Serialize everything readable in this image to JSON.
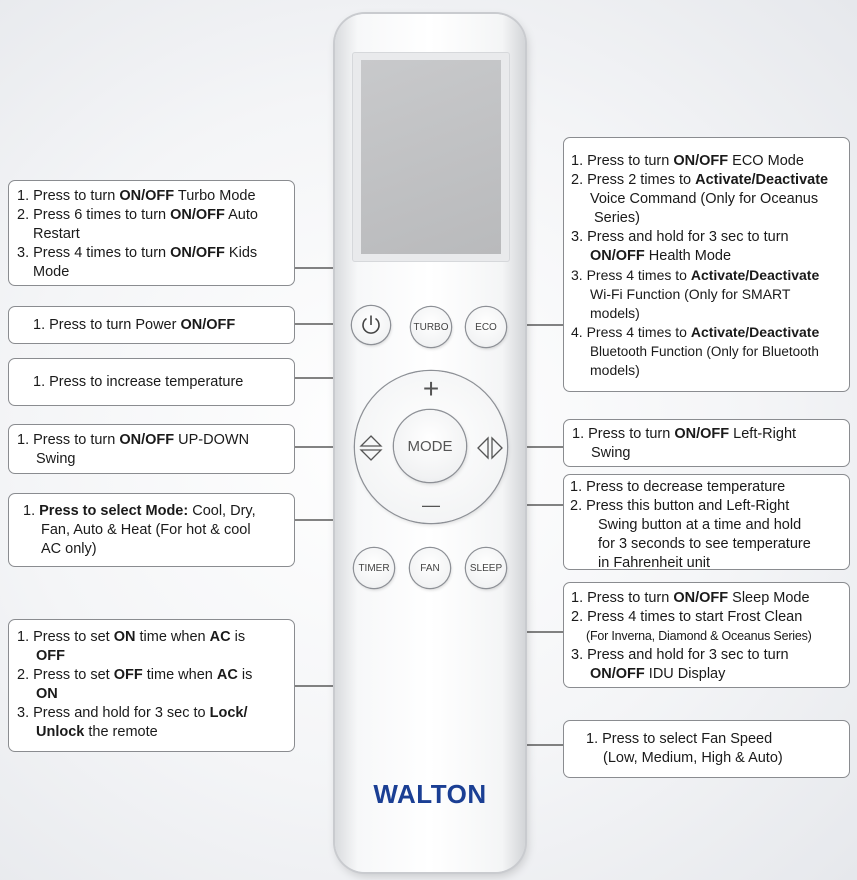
{
  "remote": {
    "brand": "WALTON",
    "buttons": {
      "turbo": "TURBO",
      "eco": "ECO",
      "mode": "MODE",
      "timer": "TIMER",
      "fan": "FAN",
      "sleep": "SLEEP",
      "plus": "+",
      "minus": "—"
    }
  },
  "callouts": {
    "turbo": {
      "l1a": "1. Press to turn ",
      "l1b": "ON/OFF",
      "l1c": " Turbo Mode",
      "l2a": "2. Press 6 times to turn ",
      "l2b": "ON/OFF",
      "l2c": " Auto",
      "l2d": "Restart",
      "l3a": "3. Press 4 times to turn ",
      "l3b": "ON/OFF",
      "l3c": " Kids",
      "l3d": "Mode"
    },
    "power": {
      "a": "1. Press to turn Power ",
      "b": "ON/OFF"
    },
    "increase": {
      "a": "1. Press to increase temperature"
    },
    "updown": {
      "a": "1. Press to turn ",
      "b": "ON/OFF",
      "c": " UP-DOWN",
      "d": "Swing"
    },
    "mode": {
      "a": "1. ",
      "b": "Press to select Mode:",
      "c": " Cool, Dry,",
      "d": "Fan, Auto & Heat (For hot & cool",
      "e": "AC only)"
    },
    "timer": {
      "l1a": "1. Press to set ",
      "l1b": "ON",
      "l1c": " time when ",
      "l1d": "AC",
      "l1e": " is",
      "l1f": "OFF",
      "l2a": "2. Press to set ",
      "l2b": "OFF",
      "l2c": " time when ",
      "l2d": "AC",
      "l2e": " is",
      "l2f": "ON",
      "l3a": "3. Press and hold for 3 sec to ",
      "l3b": "Lock/",
      "l3c": "Unlock",
      "l3d": " the remote"
    },
    "eco": {
      "l1a": "1. Press to turn ",
      "l1b": "ON/OFF",
      "l1c": " ECO Mode",
      "l2a": "2. Press 2 times to ",
      "l2b": "Activate/Deactivate",
      "l2c": "Voice Command (Only for Oceanus",
      "l2d": "Series)",
      "l3a": "3. Press and hold for 3 sec to turn",
      "l3b": "ON/OFF",
      "l3c": " Health Mode",
      "l4a": "3. Press 4 times to ",
      "l4b": "Activate/Deactivate",
      "l4c": "Wi-Fi Function (Only for SMART",
      "l4d": "models)",
      "l5a": "4. Press 4 times to ",
      "l5b": "Activate/Deactivate",
      "l5c": "Bluetooth Function (Only for Bluetooth",
      "l5d": "models)"
    },
    "leftright": {
      "a": "1. Press to turn ",
      "b": "ON/OFF",
      "c": " Left-Right",
      "d": "Swing"
    },
    "decrease": {
      "l1": "1. Press to decrease temperature",
      "l2": "2. Press this button and Left-Right",
      "l3": "Swing button at a time and hold",
      "l4": "for 3 seconds to see temperature",
      "l5": "in Fahrenheit unit"
    },
    "sleep": {
      "l1a": "1. Press to turn ",
      "l1b": "ON/OFF",
      "l1c": " Sleep Mode",
      "l2": "2. Press 4 times to start Frost Clean",
      "l2s": "(For Inverna, Diamond & Oceanus Series)",
      "l3a": "3. Press and hold for 3 sec to turn",
      "l3b": "ON/OFF",
      "l3c": " IDU Display"
    },
    "fan": {
      "l1": "1. Press to select Fan Speed",
      "l2": "(Low, Medium, High & Auto)"
    }
  }
}
